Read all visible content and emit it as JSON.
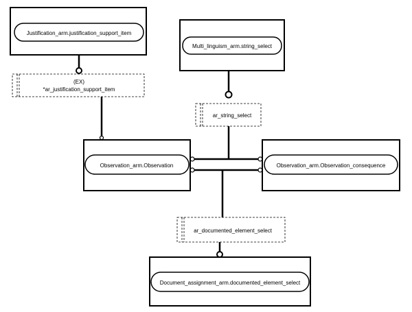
{
  "entities": {
    "justification_support_item": {
      "label": "Justification_arm.justification_support_item"
    },
    "string_select": {
      "label": "Multi_linguism_arm.string_select"
    },
    "observation": {
      "label": "Observation_arm.Observation"
    },
    "observation_consequence": {
      "label": "Observation_arm.Observation_consequence"
    },
    "documented_element_select": {
      "label": "Document_assignment_arm.documented_element_select"
    }
  },
  "relations": {
    "ar_justification_support_item": {
      "line1": "(EX)",
      "line2": "*ar_justification_support_item"
    },
    "ar_string_select": {
      "label": "ar_string_select"
    },
    "ar_documented_element_select": {
      "label": "ar_documented_element_select"
    }
  }
}
